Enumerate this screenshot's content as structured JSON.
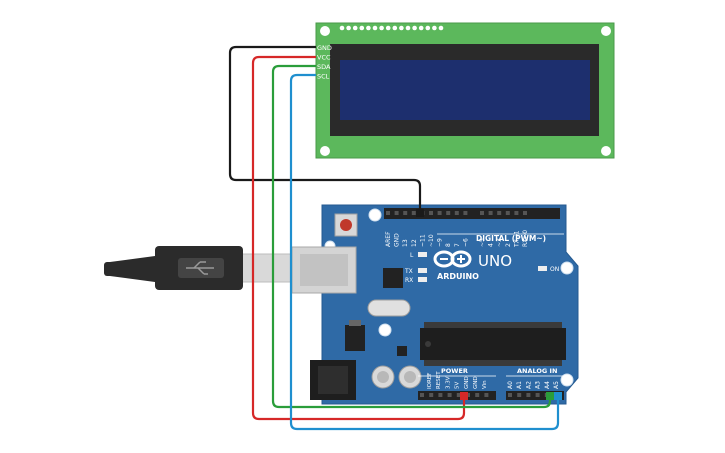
{
  "lcd": {
    "pins": [
      "GND",
      "VCC",
      "SDA",
      "SCL"
    ]
  },
  "board": {
    "brand": "ARDUINO",
    "model": "UNO",
    "digital_label": "DIGITAL (PWM~)",
    "power_label": "POWER",
    "analog_label": "ANALOG IN",
    "on_label": "ON",
    "led_l": "L",
    "led_tx": "TX",
    "led_rx": "RX",
    "digital_pins": [
      "AREF",
      "GND",
      "13",
      "12",
      "~11",
      "~10",
      "~9",
      "8",
      "7",
      "~6",
      "~5",
      "4",
      "~3",
      "2",
      "TX→1",
      "RX←0"
    ],
    "power_pins": [
      "IOREF",
      "RESET",
      "3.3V",
      "5V",
      "GND",
      "GND",
      "Vin"
    ],
    "analog_pins": [
      "A0",
      "A1",
      "A2",
      "A3",
      "A4",
      "A5"
    ]
  },
  "wires": [
    {
      "name": "GND",
      "color": "#1a1a1a"
    },
    {
      "name": "VCC",
      "color": "#d62828"
    },
    {
      "name": "SDA",
      "color": "#2a9d3a"
    },
    {
      "name": "SCL",
      "color": "#1f8fcf"
    }
  ],
  "colors": {
    "board": "#2f6aa6",
    "lcd_pcb": "#5cb85c",
    "lcd_screen": "#1d2f6e",
    "header": "#222222"
  }
}
